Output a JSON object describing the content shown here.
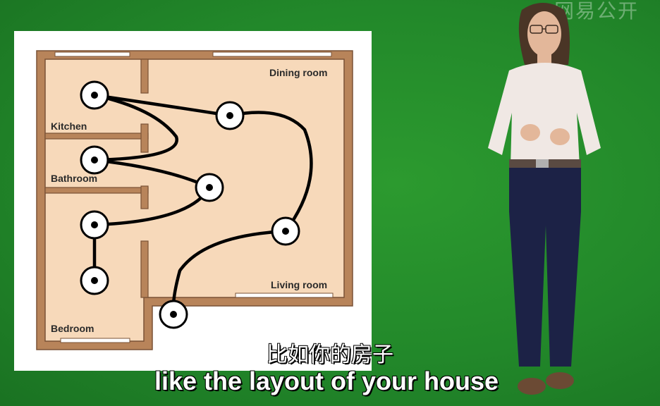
{
  "watermark": "网易公开",
  "floorplan": {
    "rooms": {
      "dining": "Dining room",
      "kitchen": "Kitchen",
      "bathroom": "Bathroom",
      "living": "Living room",
      "bedroom": "Bedroom"
    }
  },
  "subtitles": {
    "chinese": "比如你的房子",
    "english": "like the layout of your house"
  },
  "colors": {
    "background": "#22882a",
    "wall": "#b8845a",
    "floor": "#f7d9ba",
    "wire": "#000000"
  }
}
